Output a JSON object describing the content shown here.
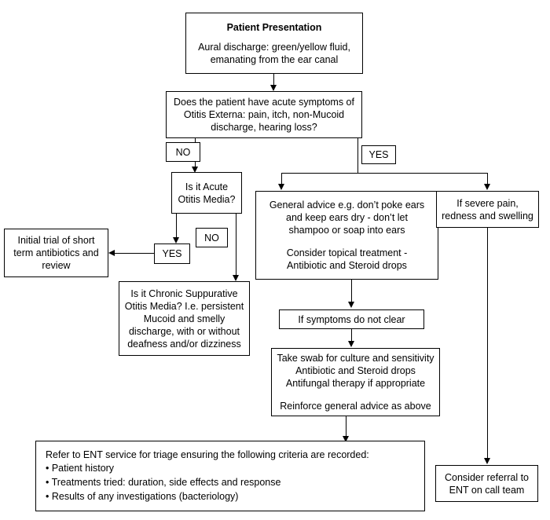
{
  "diagram": {
    "title": "Aural discharge management flowchart",
    "accent_color": "#000000",
    "background_color": "#ffffff"
  },
  "nodes": {
    "patient_presentation": {
      "title": "Patient Presentation",
      "line1": "Aural discharge: green/yellow fluid,",
      "line2": "emanating from the ear canal"
    },
    "acute_otitis_externa_question": {
      "line1": "Does the patient have acute symptoms of",
      "line2": "Otitis Externa: pain, itch, non-Mucoid",
      "line3": "discharge, hearing loss?"
    },
    "acute_otitis_media_question": {
      "line1": "Is it Acute",
      "line2": "Otitis Media?"
    },
    "general_advice": {
      "para1_line1": "General advice e.g. don’t poke ears",
      "para1_line2": "and keep ears dry - don’t let",
      "para1_line3": "shampoo or soap into ears",
      "para2_line1": "Consider topical treatment -",
      "para2_line2": "Antibiotic and Steroid drops"
    },
    "severe_pain": {
      "line1": "If severe pain,",
      "line2": "redness and swelling"
    },
    "initial_trial": {
      "line1": "Initial trial of short",
      "line2": "term antibiotics and",
      "line3": "review"
    },
    "chronic_suppurative": {
      "line1": "Is it Chronic Suppurative",
      "line2": "Otitis Media? I.e. persistent",
      "line3": "Mucoid and smelly",
      "line4": "discharge, with or without",
      "line5": "deafness and/or dizziness"
    },
    "symptoms_not_clear": {
      "line1": "If symptoms do not clear"
    },
    "take_swab": {
      "para1_line1": "Take swab for culture and sensitivity",
      "para1_line2": "Antibiotic and Steroid drops",
      "para1_line3": "Antifungal therapy if appropriate",
      "para2_line1": "Reinforce general advice as above"
    },
    "refer_ent": {
      "heading": "Refer to ENT service for triage ensuring the following criteria are recorded:",
      "bullets": [
        "• Patient history",
        "• Treatments tried: duration, side effects and response",
        "• Results of any investigations (bacteriology)"
      ]
    },
    "consider_referral": {
      "line1": "Consider referral to",
      "line2": "ENT on call team"
    }
  },
  "labels": {
    "no_top": "NO",
    "yes_top": "YES",
    "yes_aom": "YES",
    "no_aom": "NO"
  }
}
